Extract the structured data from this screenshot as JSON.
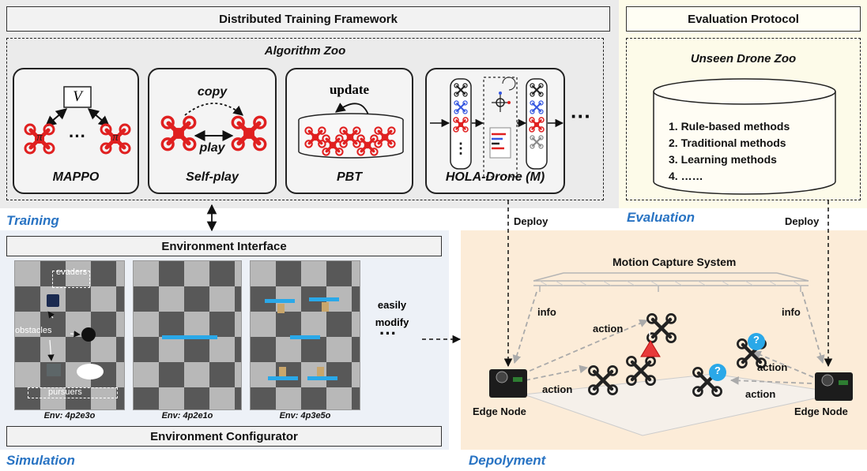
{
  "colors": {
    "section_blue": "#2873c3",
    "drone_red": "#e02020",
    "water_blue": "#2aa8e8"
  },
  "training": {
    "header": "Distributed Training Framework",
    "zoo_title": "Algorithm Zoo",
    "section_label": "Training",
    "algorithms": [
      {
        "name": "MAPPO",
        "value_label": "V",
        "drone_label": "π",
        "ellipsis": "···"
      },
      {
        "name": "Self-play",
        "copy_label": "copy",
        "play_label": "play"
      },
      {
        "name": "PBT",
        "update_label": "update"
      },
      {
        "name": "HOLA-Drone (M)",
        "ellipsis": "⋮"
      }
    ],
    "more": "···"
  },
  "evaluation": {
    "header": "Evaluation Protocol",
    "zoo_title": "Unseen Drone Zoo",
    "section_label": "Evaluation",
    "methods": [
      "1. Rule-based methods",
      "2. Traditional methods",
      "3. Learning methods",
      "4. ……"
    ]
  },
  "simulation": {
    "interface": "Environment Interface",
    "configurator": "Environment Configurator",
    "section_label": "Simulation",
    "envs": [
      "Env: 4p2e3o",
      "Env: 4p2e1o",
      "Env: 4p3e5o"
    ],
    "photo_labels": {
      "evaders": "evaders",
      "obstacles": "obstacles",
      "pursuers": "pursuers"
    },
    "modify_line1": "easily",
    "modify_line2": "modify",
    "ellipsis": "···"
  },
  "deployment": {
    "section_label": "Depolyment",
    "mocap": "Motion Capture System",
    "deploy_left": "Deploy",
    "deploy_right": "Deploy",
    "info_left": "info",
    "info_right": "info",
    "action_labels": [
      "action",
      "action",
      "action",
      "action"
    ],
    "edge_left": "Edge Node",
    "edge_right": "Edge Node",
    "alert_glyph": "!",
    "question_glyph": "?"
  }
}
